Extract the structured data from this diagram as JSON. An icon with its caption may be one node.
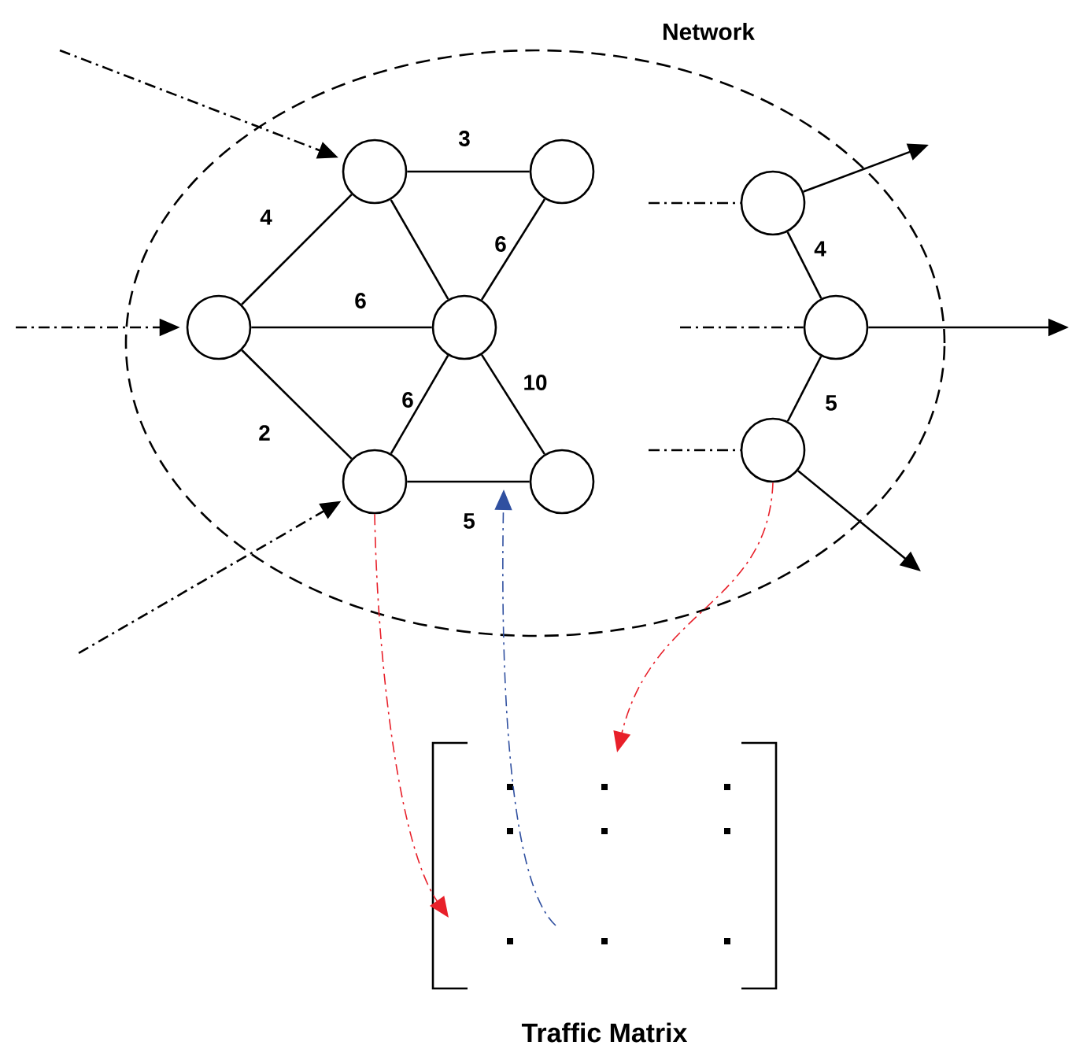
{
  "diagram": {
    "nodes": [
      {
        "text": [
          "Network"
        ]
      },
      {
        "text": [],
        "shape": "circle",
        "in": 0
      },
      {
        "text": [],
        "shape": "circle",
        "in": 0
      },
      {
        "text": [],
        "shape": "circle",
        "in": 0
      },
      {
        "text": [],
        "shape": "circle",
        "in": 0
      },
      {
        "text": [],
        "shape": "circle",
        "in": 0
      },
      {
        "text": [],
        "shape": "circle",
        "in": 0
      },
      {
        "text": [],
        "shape": "circle",
        "in": 0
      },
      {
        "text": [],
        "shape": "circle",
        "in": 0
      },
      {
        "text": [],
        "shape": "circle",
        "in": 0
      },
      {
        "text": [
          "Traffic Matrix"
        ]
      }
    ],
    "edges": [
      {
        "from": 1,
        "to": 2,
        "arrow": "none",
        "label": "3"
      },
      {
        "from": 1,
        "to": 3,
        "arrow": "none",
        "label": "4"
      },
      {
        "from": 1,
        "to": 4,
        "arrow": "none"
      },
      {
        "from": 2,
        "to": 4,
        "arrow": "none",
        "label": "6"
      },
      {
        "from": 3,
        "to": 4,
        "arrow": "none",
        "label": "6"
      },
      {
        "from": 3,
        "to": 5,
        "arrow": "none",
        "label": "2"
      },
      {
        "from": 5,
        "to": 4,
        "arrow": "none",
        "label": "6"
      },
      {
        "from": 4,
        "to": 6,
        "arrow": "none",
        "label": "10"
      },
      {
        "from": 5,
        "to": 6,
        "arrow": "none",
        "label": "5"
      },
      {
        "from": 7,
        "to": 8,
        "arrow": "none",
        "label": "4"
      },
      {
        "from": 8,
        "to": 9,
        "arrow": "none",
        "label": "5"
      },
      {
        "from": null,
        "to": 1,
        "arrow": "to",
        "style": "dashed"
      },
      {
        "from": null,
        "to": 3,
        "arrow": "to",
        "style": "dashed"
      },
      {
        "from": null,
        "to": 5,
        "arrow": "to",
        "style": "dashed"
      },
      {
        "from": null,
        "to": 7,
        "arrow": "none",
        "style": "dashed"
      },
      {
        "from": null,
        "to": 8,
        "arrow": "none",
        "style": "dashed"
      },
      {
        "from": null,
        "to": 9,
        "arrow": "none",
        "style": "dashed"
      },
      {
        "from": 7,
        "to": null,
        "arrow": "to"
      },
      {
        "from": 8,
        "to": null,
        "arrow": "to"
      },
      {
        "from": 9,
        "to": null,
        "arrow": "to"
      },
      {
        "from": 5,
        "to": 10,
        "arrow": "to",
        "style": "dashed",
        "color": "#e8202a"
      },
      {
        "from": 9,
        "to": 10,
        "arrow": "to",
        "style": "dashed",
        "color": "#e8202a"
      },
      {
        "from": 10,
        "to": null,
        "arrow": "to",
        "style": "dashed",
        "color": "#3050a0"
      }
    ]
  }
}
